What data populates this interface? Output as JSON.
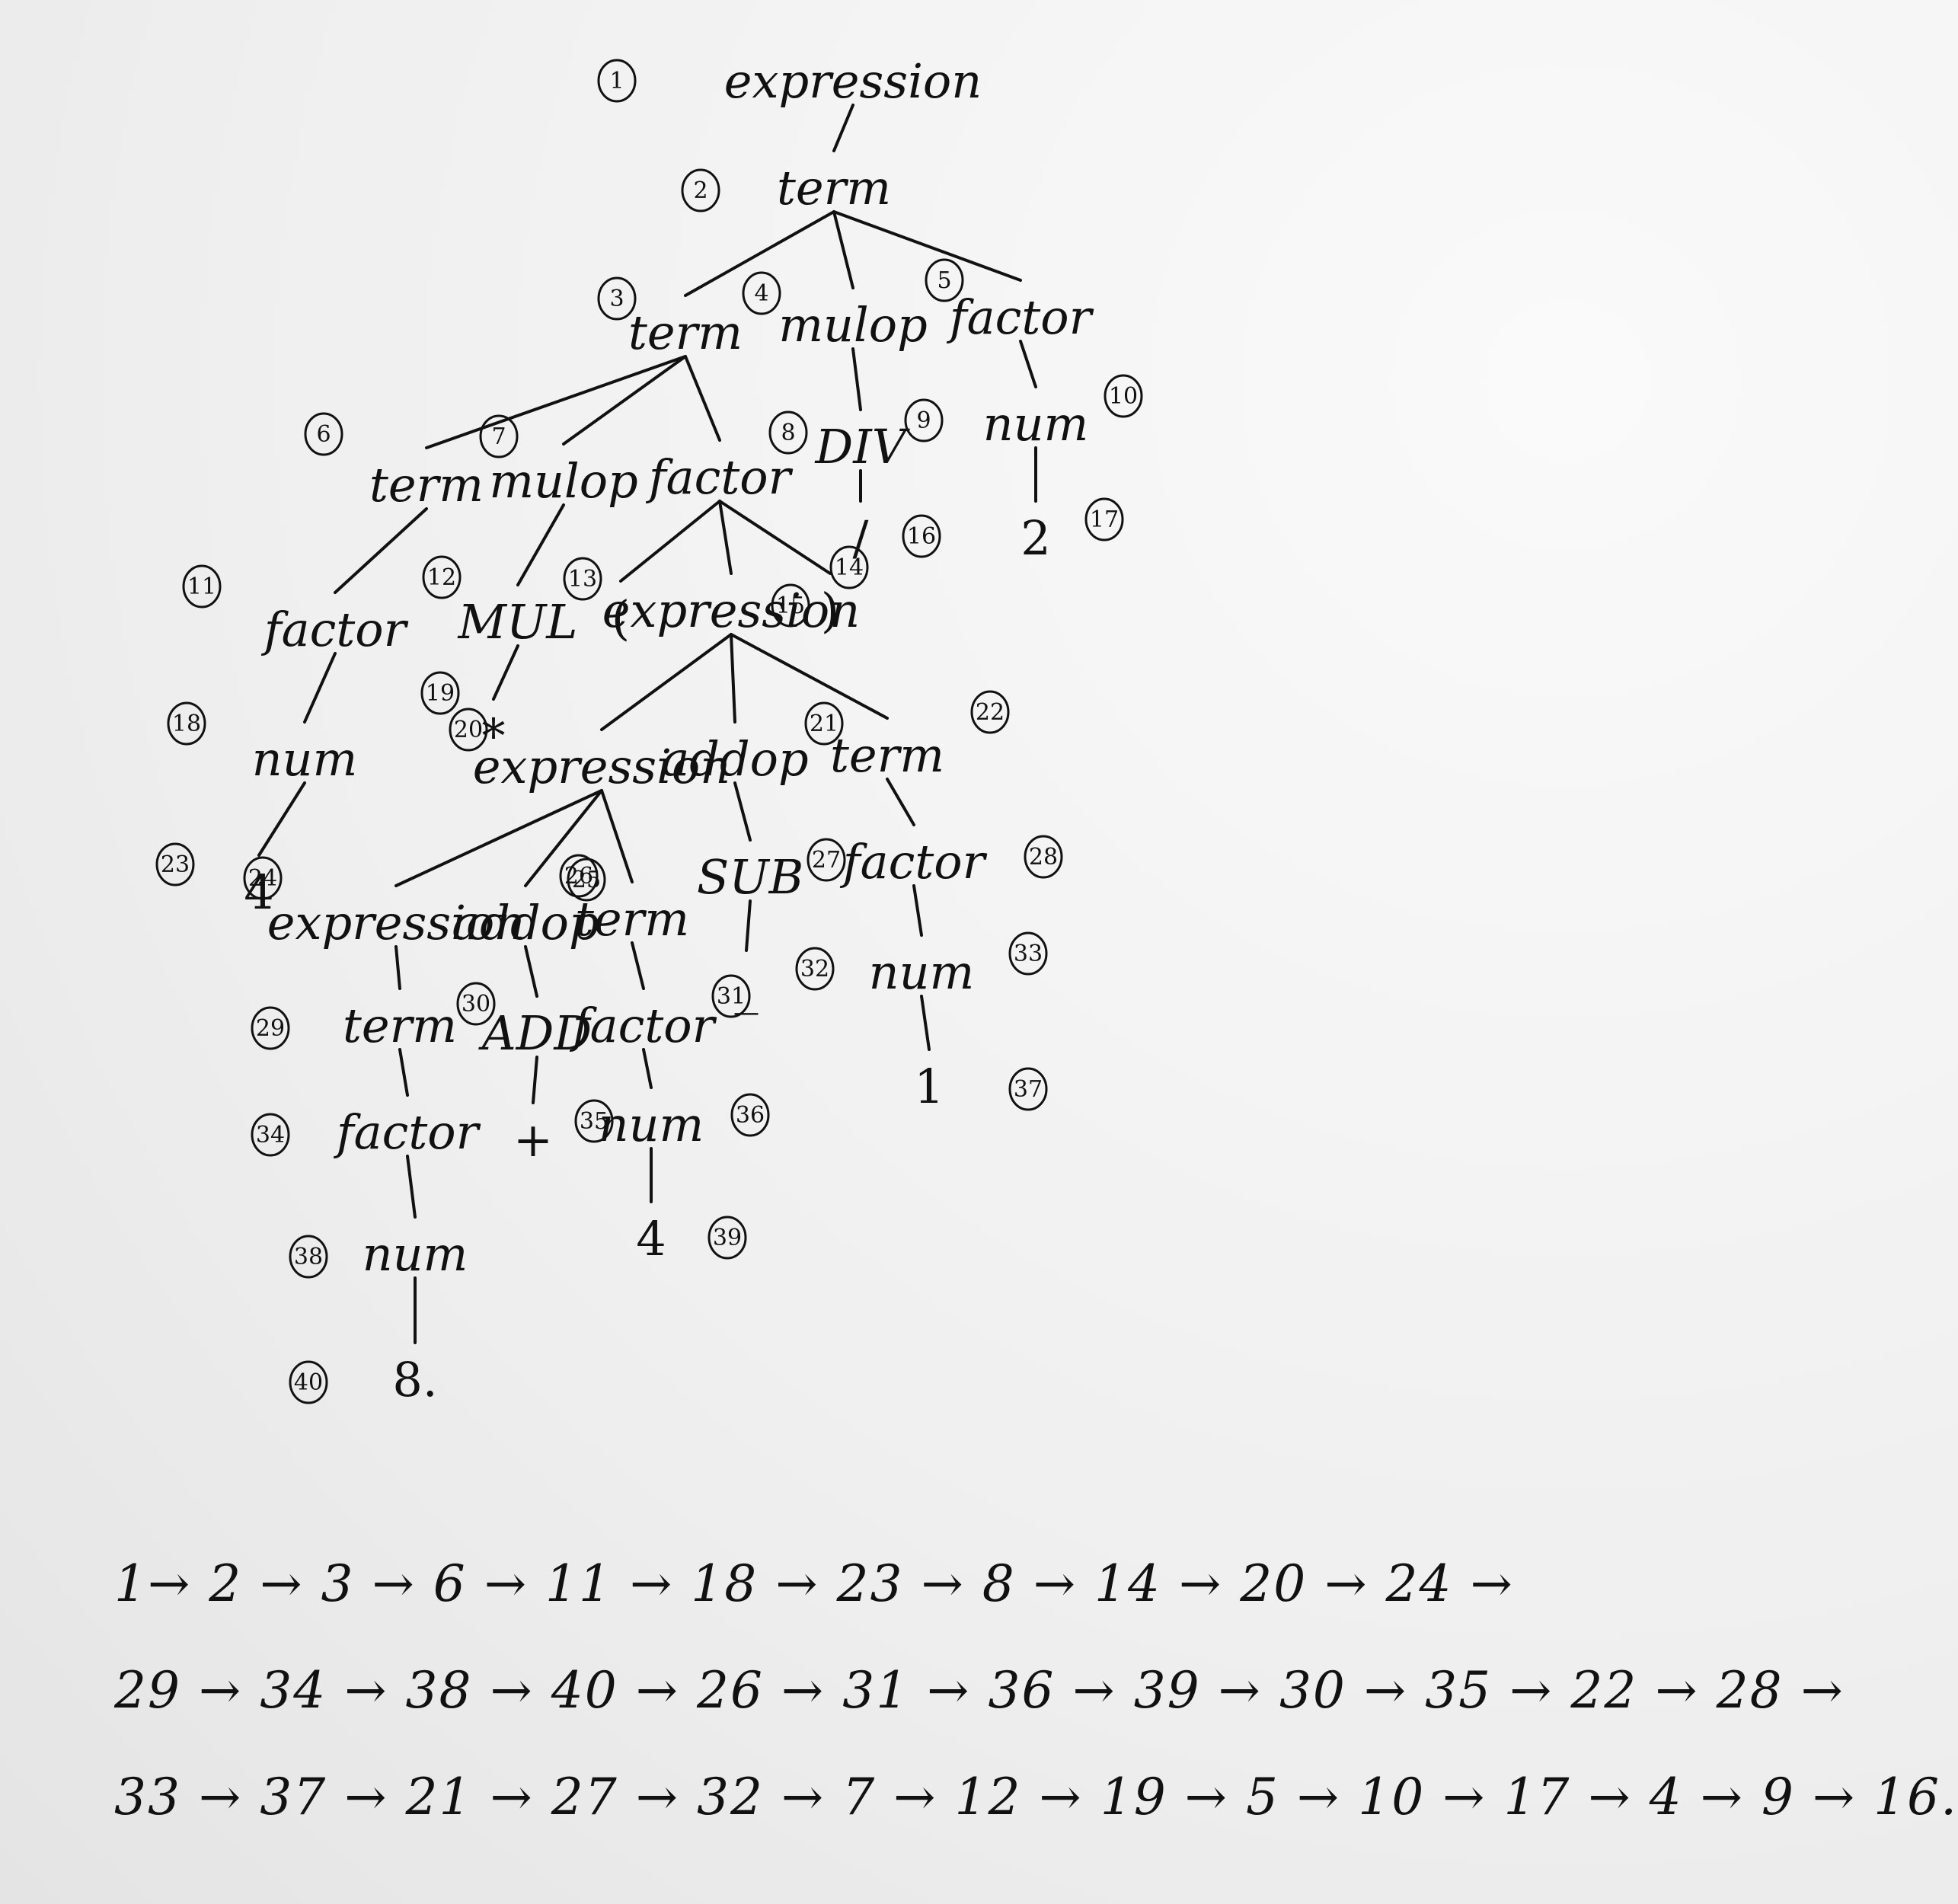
{
  "tree": {
    "nodes": [
      {
        "id": 1,
        "label": "expression"
      },
      {
        "id": 2,
        "label": "term"
      },
      {
        "id": 3,
        "label": "term"
      },
      {
        "id": 4,
        "label": "mulop"
      },
      {
        "id": 5,
        "label": "factor"
      },
      {
        "id": 6,
        "label": "term"
      },
      {
        "id": 7,
        "label": "mulop"
      },
      {
        "id": 8,
        "label": "factor"
      },
      {
        "id": 9,
        "label": "DIV"
      },
      {
        "id": 10,
        "label": "num"
      },
      {
        "id": 11,
        "label": "factor"
      },
      {
        "id": 12,
        "label": "MUL"
      },
      {
        "id": 13,
        "label": "("
      },
      {
        "id": 14,
        "label": "expression"
      },
      {
        "id": 15,
        "label": ")"
      },
      {
        "id": 16,
        "label": "/"
      },
      {
        "id": 17,
        "label": "2"
      },
      {
        "id": 18,
        "label": "num"
      },
      {
        "id": 19,
        "label": "*"
      },
      {
        "id": 20,
        "label": "expression"
      },
      {
        "id": 21,
        "label": "addop"
      },
      {
        "id": 22,
        "label": "term"
      },
      {
        "id": 23,
        "label": "4"
      },
      {
        "id": 24,
        "label": "expression"
      },
      {
        "id": 25,
        "label": "addop"
      },
      {
        "id": 26,
        "label": "term"
      },
      {
        "id": 27,
        "label": "SUB"
      },
      {
        "id": 28,
        "label": "factor"
      },
      {
        "id": 29,
        "label": "term"
      },
      {
        "id": 30,
        "label": "ADD"
      },
      {
        "id": 31,
        "label": "factor"
      },
      {
        "id": 32,
        "label": "_"
      },
      {
        "id": 33,
        "label": "num"
      },
      {
        "id": 34,
        "label": "factor"
      },
      {
        "id": 35,
        "label": "+"
      },
      {
        "id": 36,
        "label": "num"
      },
      {
        "id": 37,
        "label": "1"
      },
      {
        "id": 38,
        "label": "num"
      },
      {
        "id": 39,
        "label": "4"
      },
      {
        "id": 40,
        "label": "8."
      }
    ],
    "edges": [
      [
        1,
        2
      ],
      [
        2,
        3
      ],
      [
        2,
        4
      ],
      [
        2,
        5
      ],
      [
        3,
        6
      ],
      [
        3,
        7
      ],
      [
        3,
        8
      ],
      [
        4,
        9
      ],
      [
        5,
        10
      ],
      [
        6,
        11
      ],
      [
        7,
        12
      ],
      [
        8,
        13
      ],
      [
        8,
        14
      ],
      [
        8,
        15
      ],
      [
        9,
        16
      ],
      [
        10,
        17
      ],
      [
        11,
        18
      ],
      [
        12,
        19
      ],
      [
        14,
        20
      ],
      [
        14,
        21
      ],
      [
        14,
        22
      ],
      [
        18,
        23
      ],
      [
        20,
        24
      ],
      [
        20,
        25
      ],
      [
        20,
        26
      ],
      [
        21,
        27
      ],
      [
        22,
        28
      ],
      [
        24,
        29
      ],
      [
        25,
        30
      ],
      [
        26,
        31
      ],
      [
        27,
        32
      ],
      [
        28,
        33
      ],
      [
        29,
        34
      ],
      [
        30,
        35
      ],
      [
        31,
        36
      ],
      [
        33,
        37
      ],
      [
        34,
        38
      ],
      [
        36,
        39
      ],
      [
        38,
        40
      ]
    ]
  },
  "traversal": {
    "rows": [
      "1→ 2 → 3 → 6 → 11 → 18 → 23 → 8 → 14 → 20 → 24 →",
      "29 → 34 → 38 → 40 → 26 → 31 → 36 → 39 → 30 → 35 → 22 → 28 →",
      "33 → 37 → 21 → 27 → 32 → 7 → 12 → 19 → 5 → 10 → 17 → 4 → 9 → 16."
    ]
  }
}
